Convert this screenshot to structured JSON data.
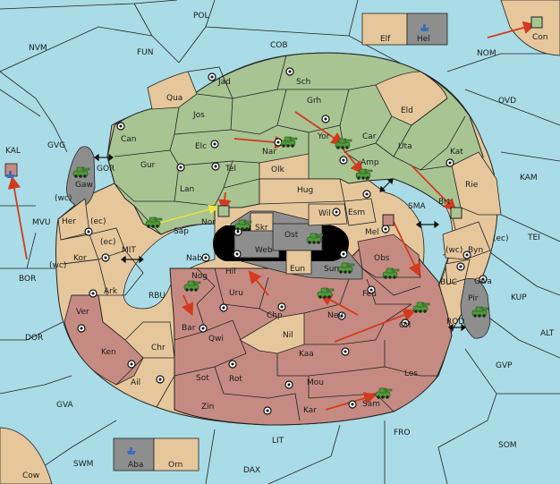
{
  "colors": {
    "sea": "#a9dce6",
    "neutral": "#e6c79b",
    "green": "#a8c492",
    "red": "#c58b82",
    "grey": "#8e8e8e",
    "black": "#000000",
    "supply_center": "#ffffff",
    "order_arrow": "#d33a1e",
    "support_arrow": "#f2e83a",
    "army_green": "#4f9a3a",
    "army_red": "#b23d2d"
  },
  "labels": {
    "pol": "POL",
    "cob": "COB",
    "nvm": "NVM",
    "fun": "FUN",
    "nom": "NOM",
    "ovd": "OVD",
    "kal": "KAL",
    "gvg": "GVG",
    "kam": "KAM",
    "tei": "TEI",
    "mvu": "MVU",
    "bor": "BOR",
    "kup": "KUP",
    "alt": "ALT",
    "dor": "DOR",
    "gvp": "GVP",
    "gva": "GVA",
    "fro": "FRO",
    "som": "SOM",
    "swm": "SWM",
    "lit": "LIT",
    "dax": "DAX",
    "mit": "MIT",
    "rbu": "RBU",
    "buc": "BUC",
    "rod": "ROD",
    "sma": "SMA",
    "gor": "GOR",
    "elf": "Elf",
    "hel": "Hel",
    "con": "Con",
    "cow": "Cow",
    "aba": "Aba",
    "orn": "Orn",
    "jad": "Jad",
    "sch": "Sch",
    "qua": "Qua",
    "jos": "Jos",
    "grh": "Grh",
    "eld": "Eld",
    "can": "Can",
    "yor": "Yor",
    "car": "Car",
    "elc": "Elc",
    "nar": "Nar",
    "uta": "Uta",
    "kat": "Kat",
    "tel": "Tel",
    "olk": "Olk",
    "amp": "Amp",
    "gur": "Gur",
    "lan": "Lan",
    "hug": "Hug",
    "rie": "Rie",
    "gaw": "Gaw",
    "brt": "Brt",
    "wc": "(wc)",
    "ec": "(ec)",
    "her": "Her",
    "nor": "Nor",
    "wil": "Wil",
    "esm": "Esm",
    "sap": "Sap",
    "skr": "Skr",
    "ost": "Ost",
    "mel": "Mel",
    "byn": "Byn",
    "kor": "Kor",
    "web": "Web",
    "nab": "Nab",
    "eun": "Eun",
    "sun": "Sun",
    "obs": "Obs",
    "gwa": "Gwa",
    "ark": "Ark",
    "nog": "Nog",
    "hil": "Hil",
    "uru": "Uru",
    "feu": "Feu",
    "pir": "Pir",
    "ver": "Ver",
    "chp": "Chp",
    "neu": "Neu",
    "orl": "Orl",
    "bar": "Bar",
    "qwi": "Qwi",
    "nil": "Nil",
    "ken": "Ken",
    "chr": "Chr",
    "kaa": "Kaa",
    "los": "Los",
    "ail": "Ail",
    "sot": "Sot",
    "rot": "Rot",
    "mou": "Mou",
    "zin": "Zin",
    "kar": "Kar",
    "sam": "Sam"
  }
}
